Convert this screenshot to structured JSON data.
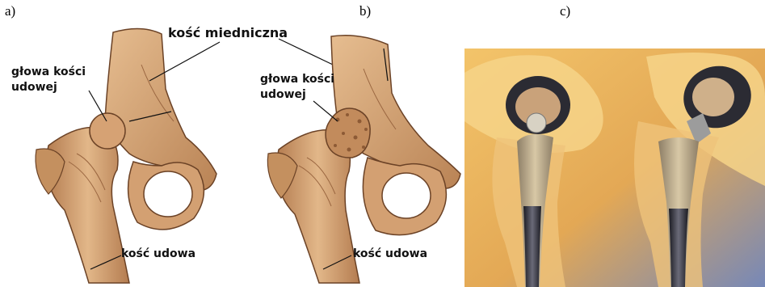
{
  "panels": {
    "a": {
      "letter": "a)"
    },
    "b": {
      "letter": "b)"
    },
    "c": {
      "letter": "c)"
    }
  },
  "labels": {
    "pelvis": "kość miedniczna",
    "head_line1": "głowa kości",
    "head_line2": "udowej",
    "femur": "kość udowa"
  },
  "colors": {
    "bone": "#d9a978",
    "bone_shade": "#a86f45",
    "bone_outline": "#6b4226",
    "implant_bg": "#e9b35a",
    "implant_blue": "#6f86b8",
    "metal_dark": "#2b2b33",
    "metal_light": "#c9b79a"
  }
}
